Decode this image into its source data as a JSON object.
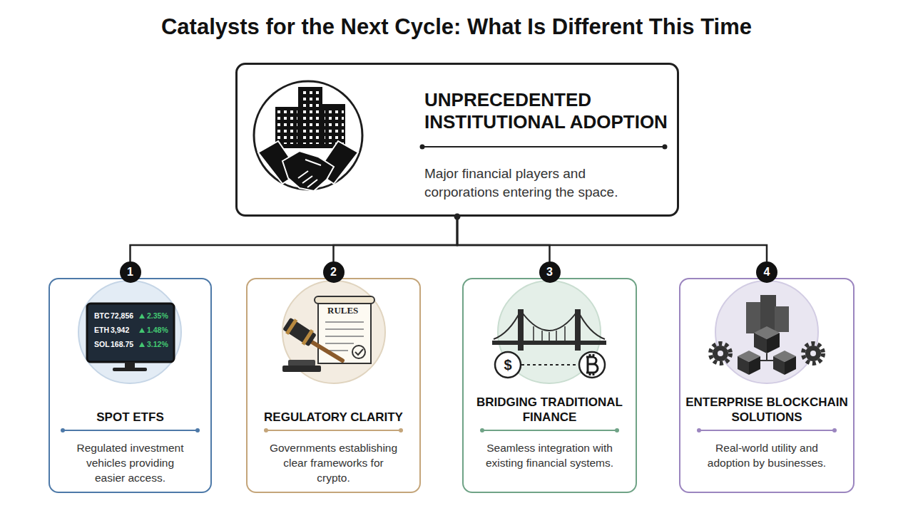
{
  "diagram": {
    "title": "Catalysts for the Next Cycle: What Is Different This Time",
    "nodes": [
      {
        "text": [
          "UNPRECEDENTED INSTITUTIONAL ADOPTION",
          "Major financial players and corporations entering the space."
        ]
      },
      {
        "text": [
          "SPOT ETFS",
          "Regulated investment vehicles providing easier access."
        ]
      },
      {
        "text": [
          "REGULATORY CLARITY",
          "Governments establishing clear frameworks for crypto."
        ]
      },
      {
        "text": [
          "BRIDGING TRADITIONAL FINANCE",
          "Seamless integration with existing financial systems."
        ]
      },
      {
        "text": [
          "ENTERPRISE BLOCKCHAIN SOLUTIONS",
          "Real-world utility and adoption by businesses."
        ]
      }
    ],
    "edges": [
      {
        "from": 0,
        "to": 1,
        "arrow": "none"
      },
      {
        "from": 0,
        "to": 2,
        "arrow": "none"
      },
      {
        "from": 0,
        "to": 3,
        "arrow": "none"
      },
      {
        "from": 0,
        "to": 4,
        "arrow": "none"
      }
    ],
    "labels": [
      "1",
      "2",
      "3",
      "4",
      "BTC",
      "72,856",
      "2.35%",
      "ETH",
      "3,942",
      "1.48%",
      "SOL",
      "168.75",
      "3.12%",
      "RULES",
      "$"
    ]
  }
}
